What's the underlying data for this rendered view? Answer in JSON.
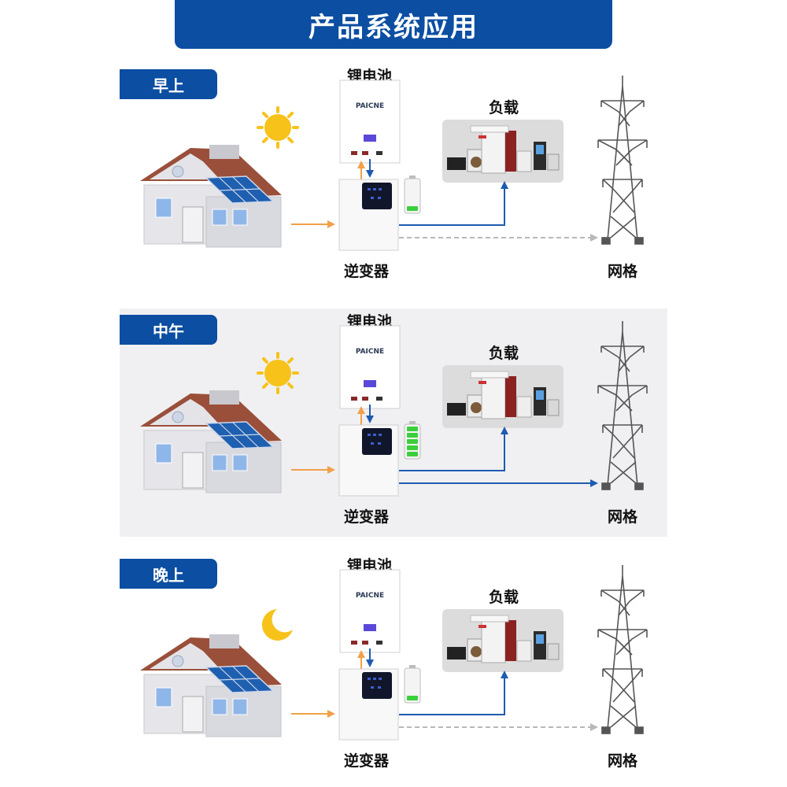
{
  "header": {
    "title": "产品系统应用"
  },
  "labels": {
    "battery": "锂电池",
    "load": "负载",
    "inverter": "逆变器",
    "grid": "网格",
    "brand": "PAICNE"
  },
  "scenes": [
    {
      "name": "早上",
      "sky": "sun",
      "battery_bars": 1,
      "to_grid": "dashed"
    },
    {
      "name": "中午",
      "sky": "sun",
      "battery_bars": 5,
      "to_grid": "solid"
    },
    {
      "name": "晚上",
      "sky": "moon",
      "battery_bars": 1,
      "to_grid": "dashed"
    }
  ],
  "colors": {
    "brand_blue": "#0b4ea2",
    "solar_arrow": "#f2a04a",
    "flow_arrow": "#1f5bb0",
    "dashed_arrow": "#b8b8b8",
    "battery_green": "#3ccf3c",
    "sun": "#f7c21a",
    "roof": "#9a4f3a"
  }
}
